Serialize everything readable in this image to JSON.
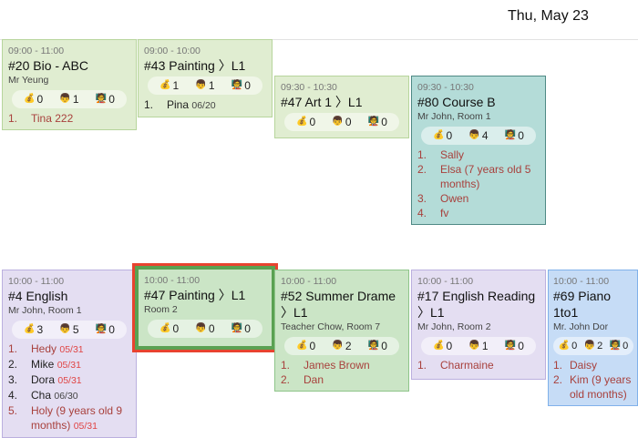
{
  "header": {
    "date": "Thu, May 23"
  },
  "colors": {
    "accent_selected": "#e8432f",
    "student_red": "#a8403c",
    "date_red": "#e04545"
  },
  "cards": [
    {
      "id": "c20",
      "theme": "green",
      "time": "09:00 - 11:00",
      "title": "#20 Bio - ABC",
      "sub": "Mr Yeung",
      "stats": [
        "0",
        "1",
        "0"
      ],
      "students": [
        {
          "num": "1.",
          "name": "Tina 222",
          "red": true,
          "date": ""
        }
      ]
    },
    {
      "id": "c43",
      "theme": "green",
      "time": "09:00 - 10:00",
      "title": "#43 Painting 〉L1",
      "sub": "",
      "stats": [
        "1",
        "1",
        "0"
      ],
      "students": [
        {
          "num": "1.",
          "name": "Pina",
          "red": false,
          "date": "06/20",
          "date_red": false
        }
      ]
    },
    {
      "id": "c47a",
      "theme": "green",
      "time": "09:30 - 10:30",
      "title": "#47 Art 1 〉L1",
      "sub": "",
      "stats": [
        "0",
        "0",
        "0"
      ],
      "students": []
    },
    {
      "id": "c80",
      "theme": "teal",
      "time": "09:30 - 10:30",
      "title": "#80 Course B",
      "sub": "Mr John, Room 1",
      "stats": [
        "0",
        "4",
        "0"
      ],
      "students": [
        {
          "num": "1.",
          "name": "Sally",
          "red": true,
          "date": ""
        },
        {
          "num": "2.",
          "name": "Elsa (7 years old 5 months)",
          "red": true,
          "date": ""
        },
        {
          "num": "3.",
          "name": "Owen",
          "red": true,
          "date": ""
        },
        {
          "num": "4.",
          "name": "fv",
          "red": true,
          "date": ""
        }
      ]
    },
    {
      "id": "c4",
      "theme": "purple",
      "time": "10:00 - 11:00",
      "title": "#4 English",
      "sub": "Mr John, Room 1",
      "stats": [
        "3",
        "5",
        "0"
      ],
      "students": [
        {
          "num": "1.",
          "name": "Hedy",
          "red": true,
          "date": "05/31",
          "date_red": true
        },
        {
          "num": "2.",
          "name": "Mike",
          "red": false,
          "date": "05/31",
          "date_red": true
        },
        {
          "num": "3.",
          "name": "Dora",
          "red": false,
          "date": "05/31",
          "date_red": true
        },
        {
          "num": "4.",
          "name": "Cha",
          "red": false,
          "date": "06/30",
          "date_red": false
        },
        {
          "num": "5.",
          "name": "Holy (9 years old 9 months)",
          "red": true,
          "date": "05/31",
          "date_red": true
        }
      ]
    },
    {
      "id": "c47b",
      "theme": "green2",
      "selected": true,
      "time": "10:00 - 11:00",
      "title": "#47 Painting 〉L1",
      "sub": "Room 2",
      "stats": [
        "0",
        "0",
        "0"
      ],
      "students": []
    },
    {
      "id": "c52",
      "theme": "green2",
      "time": "10:00 - 11:00",
      "title": "#52 Summer Drame 〉L1",
      "sub": "Teacher Chow, Room 7",
      "stats": [
        "0",
        "2",
        "0"
      ],
      "students": [
        {
          "num": "1.",
          "name": "James Brown",
          "red": true,
          "date": ""
        },
        {
          "num": "2.",
          "name": "Dan",
          "red": true,
          "date": ""
        }
      ]
    },
    {
      "id": "c17",
      "theme": "purple",
      "time": "10:00 - 11:00",
      "title": "#17 English Reading 〉L1",
      "sub": "Mr John, Room 2",
      "stats": [
        "0",
        "1",
        "0"
      ],
      "students": [
        {
          "num": "1.",
          "name": "Charmaine",
          "red": true,
          "date": ""
        }
      ]
    },
    {
      "id": "c69",
      "theme": "blue",
      "time": "10:00 - 11:00",
      "title": "#69 Piano 1to1",
      "sub": "Mr. John Dor",
      "stats": [
        "0",
        "2",
        "0"
      ],
      "students": [
        {
          "num": "1.",
          "name": "Daisy",
          "red": true,
          "date": ""
        },
        {
          "num": "2.",
          "name": "Kim (9 years old months)",
          "red": true,
          "date": ""
        }
      ]
    }
  ],
  "stat_icons": [
    "money-bag-icon",
    "child-face-icon",
    "teacher-icon"
  ]
}
